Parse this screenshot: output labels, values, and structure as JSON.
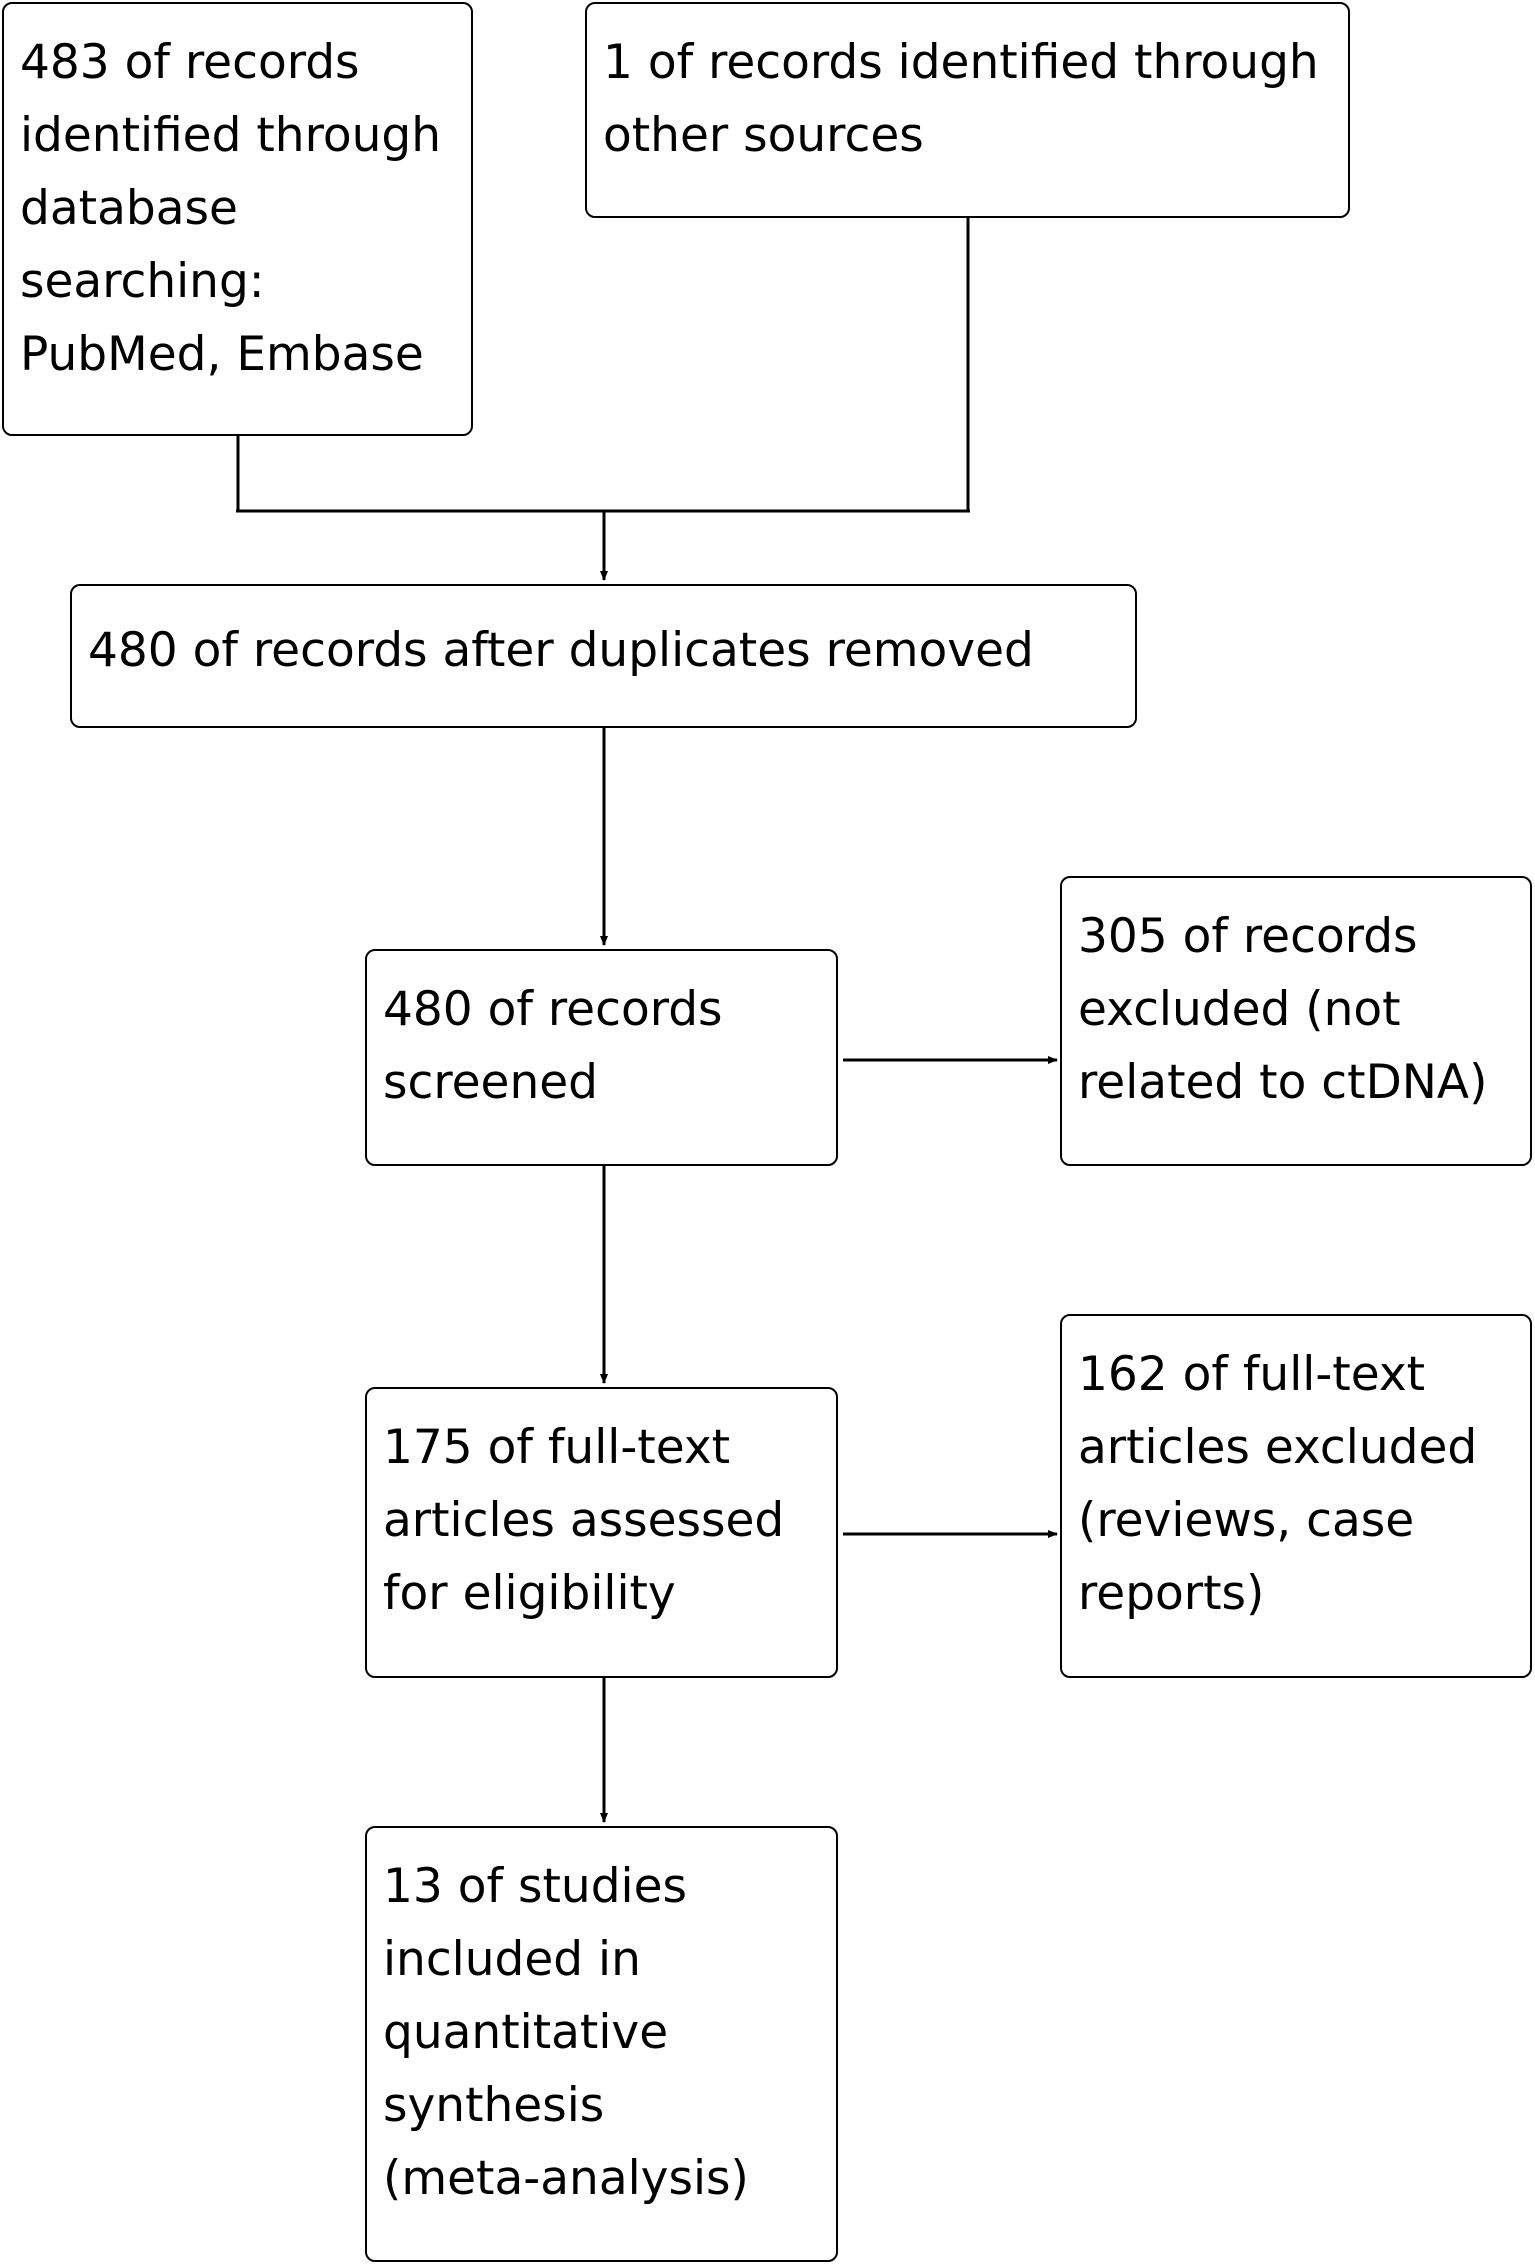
{
  "flowchart": {
    "database_records": "483 of records\nidentified through\ndatabase\nsearching:\nPubMed, Embase",
    "other_sources_records": "1 of records identified through\nother sources",
    "after_duplicates": "480 of records after duplicates removed",
    "screened": "480 of records\nscreened",
    "excluded_records": "305 of records\nexcluded (not\nrelated to ctDNA)",
    "fulltext_assessed": "175 of full-text\narticles assessed\nfor eligibility",
    "fulltext_excluded": "162 of full-text\narticles excluded\n(reviews, case\nreports)",
    "included": "13 of studies\nincluded in\nquantitative\nsynthesis\n(meta-analysis)"
  },
  "colors": {
    "stroke": "#000000",
    "background": "#ffffff",
    "text": "#000000"
  }
}
